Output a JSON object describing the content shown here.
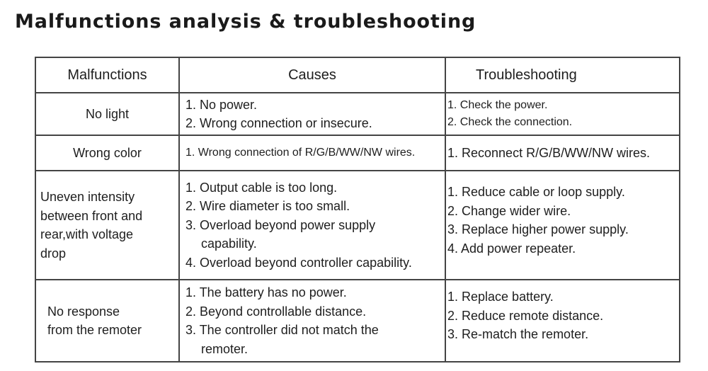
{
  "title": "Malfunctions analysis & troubleshooting",
  "table": {
    "headers": {
      "malfunctions": "Malfunctions",
      "causes": "Causes",
      "troubleshooting": "Troubleshooting"
    },
    "rows": [
      {
        "malfunction": [
          "No light"
        ],
        "causes": [
          "1. No power.",
          "2. Wrong connection or insecure."
        ],
        "troubleshooting": [
          "1. Check the power.",
          "2. Check the connection."
        ]
      },
      {
        "malfunction": [
          "Wrong color"
        ],
        "causes": [
          "1. Wrong connection of R/G/B/WW/NW wires."
        ],
        "troubleshooting": [
          "1. Reconnect R/G/B/WW/NW wires."
        ]
      },
      {
        "malfunction": [
          "Uneven intensity",
          "between front and",
          "rear,with voltage",
          "drop"
        ],
        "causes": [
          "1. Output cable is too long.",
          "2. Wire diameter is too small.",
          "3. Overload beyond power supply",
          "capability.",
          "4. Overload beyond controller capability."
        ],
        "troubleshooting": [
          "1. Reduce cable or loop supply.",
          "2. Change wider wire.",
          "3. Replace higher power supply.",
          "4. Add power repeater."
        ]
      },
      {
        "malfunction": [
          "No response",
          "from the remoter"
        ],
        "causes": [
          "1. The battery has no power.",
          "2. Beyond controllable distance.",
          "3. The controller did not match the",
          "remoter."
        ],
        "troubleshooting": [
          "1. Replace battery.",
          "2. Reduce remote distance.",
          "3. Re-match the remoter."
        ]
      }
    ]
  }
}
